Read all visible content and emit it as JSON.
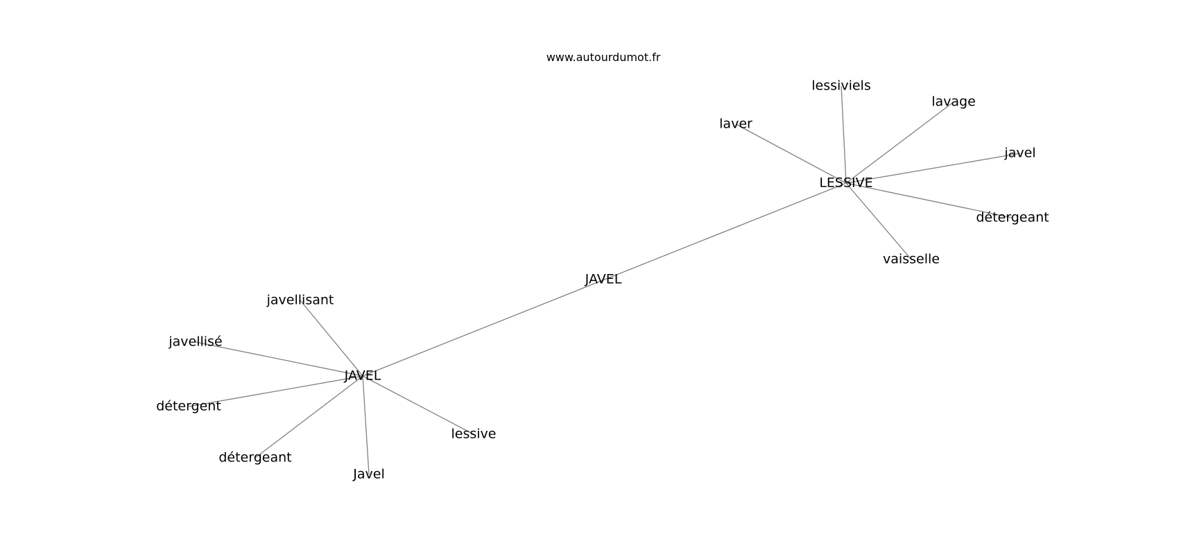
{
  "watermark": "www.autourdumot.fr",
  "colors": {
    "edge": "#808080",
    "text": "#000000",
    "background": "#ffffff"
  },
  "graph": {
    "nodes": [
      {
        "id": "center",
        "label": "JAVEL"
      },
      {
        "id": "hubL",
        "label": "JAVEL"
      },
      {
        "id": "hubR",
        "label": "LESSIVE"
      },
      {
        "id": "javellisant",
        "label": "javellisant"
      },
      {
        "id": "javellise",
        "label": "javellisé"
      },
      {
        "id": "detergent",
        "label": "détergent"
      },
      {
        "id": "detergeantL",
        "label": "détergeant"
      },
      {
        "id": "JavelCap",
        "label": "Javel"
      },
      {
        "id": "lessive",
        "label": "lessive"
      },
      {
        "id": "lessiviels",
        "label": "lessiviels"
      },
      {
        "id": "lavage",
        "label": "lavage"
      },
      {
        "id": "laver",
        "label": "laver"
      },
      {
        "id": "javelLower",
        "label": "javel"
      },
      {
        "id": "detergeantR",
        "label": "détergeant"
      },
      {
        "id": "vaisselle",
        "label": "vaisselle"
      }
    ],
    "edges": [
      [
        "hubL",
        "hubR"
      ],
      [
        "hubL",
        "javellisant"
      ],
      [
        "hubL",
        "javellise"
      ],
      [
        "hubL",
        "detergent"
      ],
      [
        "hubL",
        "detergeantL"
      ],
      [
        "hubL",
        "JavelCap"
      ],
      [
        "hubL",
        "lessive"
      ],
      [
        "hubR",
        "lessiviels"
      ],
      [
        "hubR",
        "lavage"
      ],
      [
        "hubR",
        "laver"
      ],
      [
        "hubR",
        "javelLower"
      ],
      [
        "hubR",
        "detergeantR"
      ],
      [
        "hubR",
        "vaisselle"
      ]
    ]
  }
}
